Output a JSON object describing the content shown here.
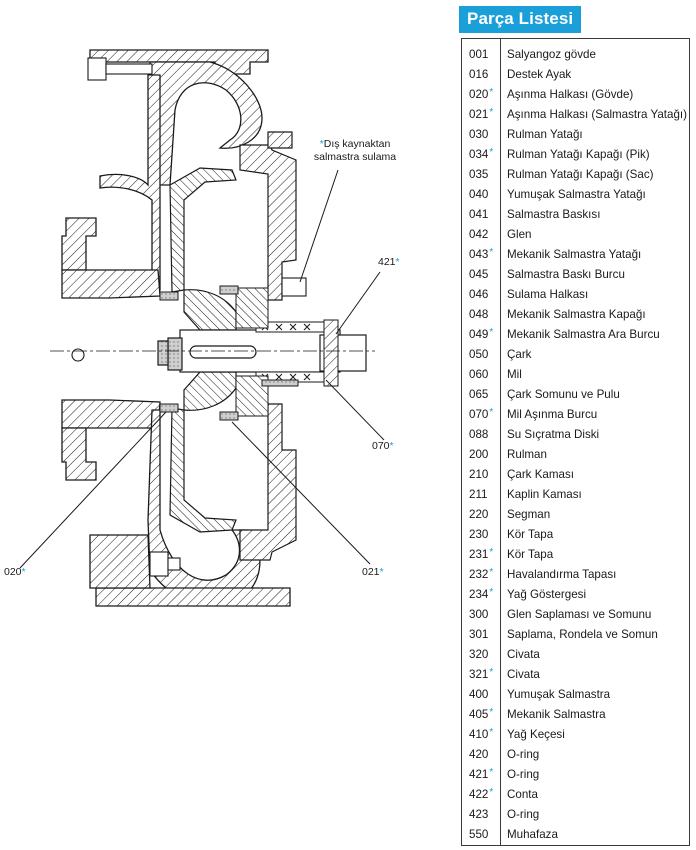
{
  "title": "Parça Listesi",
  "accent_color": "#1a9fd9",
  "star_symbol": "*",
  "parts": [
    {
      "code": "001",
      "starred": false,
      "name": "Salyangoz gövde"
    },
    {
      "code": "016",
      "starred": false,
      "name": "Destek Ayak"
    },
    {
      "code": "020",
      "starred": true,
      "name": "Aşınma Halkası (Gövde)"
    },
    {
      "code": "021",
      "starred": true,
      "name": "Aşınma Halkası (Salmastra Yatağı)"
    },
    {
      "code": "030",
      "starred": false,
      "name": "Rulman Yatağı"
    },
    {
      "code": "034",
      "starred": true,
      "name": "Rulman Yatağı Kapağı (Pik)"
    },
    {
      "code": "035",
      "starred": false,
      "name": "Rulman Yatağı Kapağı (Sac)"
    },
    {
      "code": "040",
      "starred": false,
      "name": "Yumuşak Salmastra Yatağı"
    },
    {
      "code": "041",
      "starred": false,
      "name": "Salmastra Baskısı"
    },
    {
      "code": "042",
      "starred": false,
      "name": "Glen"
    },
    {
      "code": "043",
      "starred": true,
      "name": "Mekanik Salmastra Yatağı"
    },
    {
      "code": "045",
      "starred": false,
      "name": "Salmastra Baskı Burcu"
    },
    {
      "code": "046",
      "starred": false,
      "name": "Sulama Halkası"
    },
    {
      "code": "048",
      "starred": false,
      "name": "Mekanik Salmastra Kapağı"
    },
    {
      "code": "049",
      "starred": true,
      "name": "Mekanik Salmastra Ara Burcu"
    },
    {
      "code": "050",
      "starred": false,
      "name": "Çark"
    },
    {
      "code": "060",
      "starred": false,
      "name": "Mil"
    },
    {
      "code": "065",
      "starred": false,
      "name": "Çark Somunu ve Pulu"
    },
    {
      "code": "070",
      "starred": true,
      "name": "Mil Aşınma Burcu"
    },
    {
      "code": "088",
      "starred": false,
      "name": "Su Sıçratma Diski"
    },
    {
      "code": "200",
      "starred": false,
      "name": "Rulman"
    },
    {
      "code": "210",
      "starred": false,
      "name": "Çark Kaması"
    },
    {
      "code": "211",
      "starred": false,
      "name": "Kaplin Kaması"
    },
    {
      "code": "220",
      "starred": false,
      "name": "Segman"
    },
    {
      "code": "230",
      "starred": false,
      "name": "Kör Tapa"
    },
    {
      "code": "231",
      "starred": true,
      "name": "Kör Tapa"
    },
    {
      "code": "232",
      "starred": true,
      "name": "Havalandırma Tapası"
    },
    {
      "code": "234",
      "starred": true,
      "name": "Yağ Göstergesi"
    },
    {
      "code": "300",
      "starred": false,
      "name": "Glen Saplaması ve Somunu"
    },
    {
      "code": "301",
      "starred": false,
      "name": "Saplama, Rondela ve Somun"
    },
    {
      "code": "320",
      "starred": false,
      "name": "Civata"
    },
    {
      "code": "321",
      "starred": true,
      "name": "Civata"
    },
    {
      "code": "400",
      "starred": false,
      "name": "Yumuşak Salmastra"
    },
    {
      "code": "405",
      "starred": true,
      "name": "Mekanik Salmastra"
    },
    {
      "code": "410",
      "starred": true,
      "name": "Yağ Keçesi"
    },
    {
      "code": "420",
      "starred": false,
      "name": "O-ring"
    },
    {
      "code": "421",
      "starred": true,
      "name": "O-ring"
    },
    {
      "code": "422",
      "starred": true,
      "name": "Conta"
    },
    {
      "code": "423",
      "starred": false,
      "name": "O-ring"
    },
    {
      "code": "550",
      "starred": false,
      "name": "Muhafaza"
    }
  ],
  "drawing": {
    "note_line1": "Dış kaynaktan",
    "note_line2": "salmastra sulama",
    "callouts": {
      "c421": "421",
      "c070": "070",
      "c020": "020",
      "c021": "021"
    }
  }
}
